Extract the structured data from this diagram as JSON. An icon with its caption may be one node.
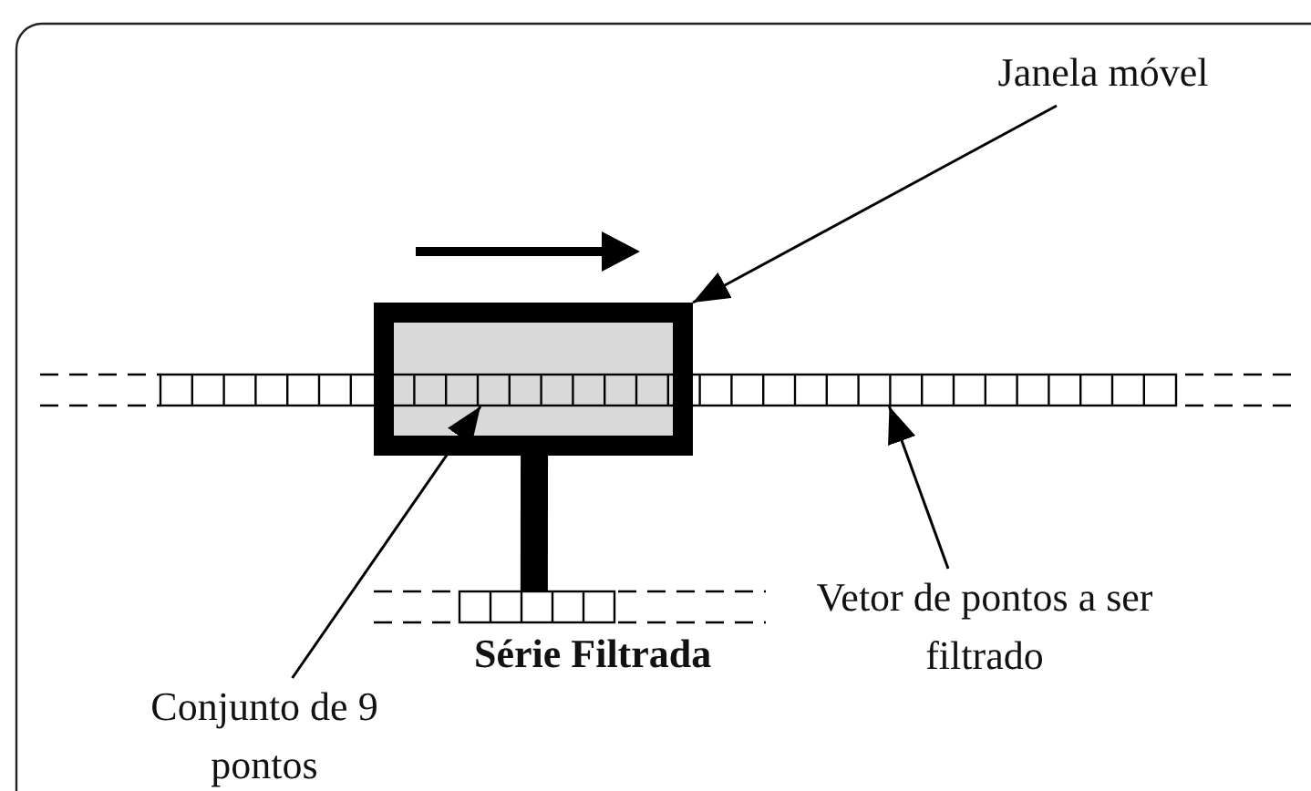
{
  "diagram": {
    "nodes": [
      {
        "text": [
          "Janela móvel"
        ]
      },
      {
        "text": [],
        "shape": "box"
      },
      {
        "text": [
          "Conjunto de 9 pontos"
        ]
      },
      {
        "text": [],
        "shape": "bar"
      },
      {
        "text": [
          "Vetor de pontos a ser filtrado"
        ]
      },
      {
        "text": [
          "Série Filtrada"
        ]
      }
    ],
    "edges": [
      {
        "from": 0,
        "to": 1,
        "arrow": "to"
      },
      {
        "from": 2,
        "to": 3,
        "arrow": "to"
      },
      {
        "from": 4,
        "to": 3,
        "arrow": "to"
      },
      {
        "from": 1,
        "to": 5,
        "arrow": "none",
        "style": "thick"
      }
    ]
  }
}
